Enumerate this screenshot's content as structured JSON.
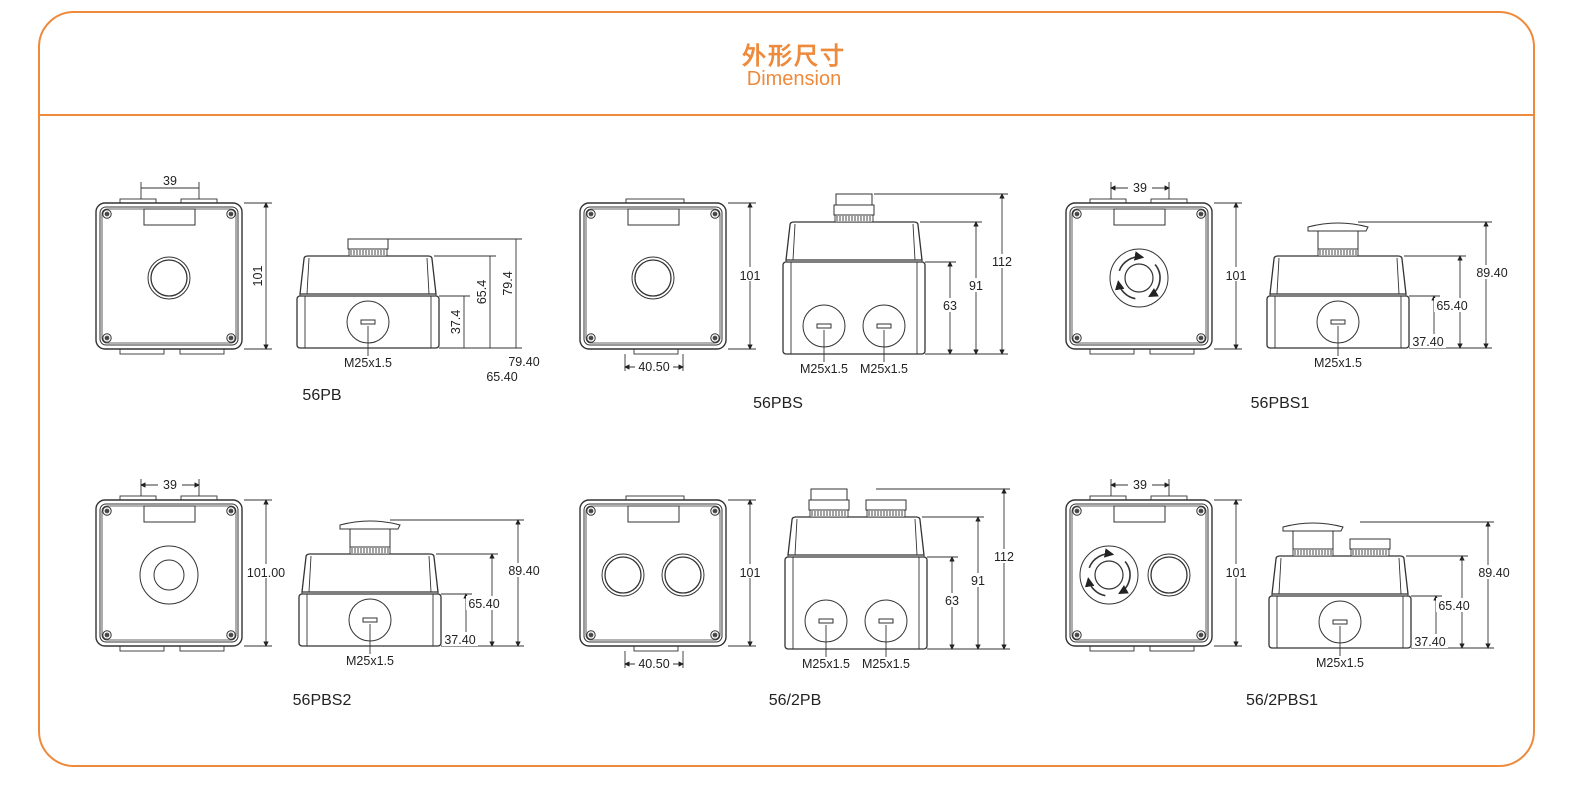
{
  "header": {
    "title_cn": "外形尺寸",
    "title_en": "Dimension",
    "accent_color": "#ee8a3c"
  },
  "products": [
    {
      "model": "56PB",
      "front": {
        "width_label": "39",
        "height_label": "101",
        "buttons": [
          "pushbutton"
        ]
      },
      "side": {
        "thread_labels": [
          "M25x1.5"
        ],
        "heights": [
          "37.4",
          "65.4",
          "79.4"
        ],
        "extra_labels": [
          "79.40",
          "65.40"
        ]
      }
    },
    {
      "model": "56PBS",
      "front": {
        "width_label": "40.50",
        "height_label": "101",
        "buttons": [
          "pushbutton"
        ]
      },
      "side": {
        "thread_labels": [
          "M25x1.5",
          "M25x1.5"
        ],
        "heights": [
          "63",
          "91",
          "112"
        ]
      }
    },
    {
      "model": "56PBS1",
      "front": {
        "width_label": "39",
        "height_label": "101",
        "buttons": [
          "emergency-stop"
        ]
      },
      "side": {
        "thread_labels": [
          "M25x1.5"
        ],
        "heights": [
          "37.40",
          "65.40",
          "89.40"
        ]
      }
    },
    {
      "model": "56PBS2",
      "front": {
        "width_label": "39",
        "height_label": "101.00",
        "buttons": [
          "mushroom"
        ]
      },
      "side": {
        "thread_labels": [
          "M25x1.5"
        ],
        "heights": [
          "37.40",
          "65.40",
          "89.40"
        ]
      }
    },
    {
      "model": "56/2PB",
      "front": {
        "width_label": "40.50",
        "height_label": "101",
        "buttons": [
          "pushbutton",
          "pushbutton"
        ]
      },
      "side": {
        "thread_labels": [
          "M25x1.5",
          "M25x1.5"
        ],
        "heights": [
          "63",
          "91",
          "112"
        ]
      }
    },
    {
      "model": "56/2PBS1",
      "front": {
        "width_label": "39",
        "height_label": "101",
        "buttons": [
          "emergency-stop",
          "pushbutton"
        ]
      },
      "side": {
        "thread_labels": [
          "M25x1.5"
        ],
        "heights": [
          "37.40",
          "65.40",
          "89.40"
        ]
      }
    }
  ]
}
